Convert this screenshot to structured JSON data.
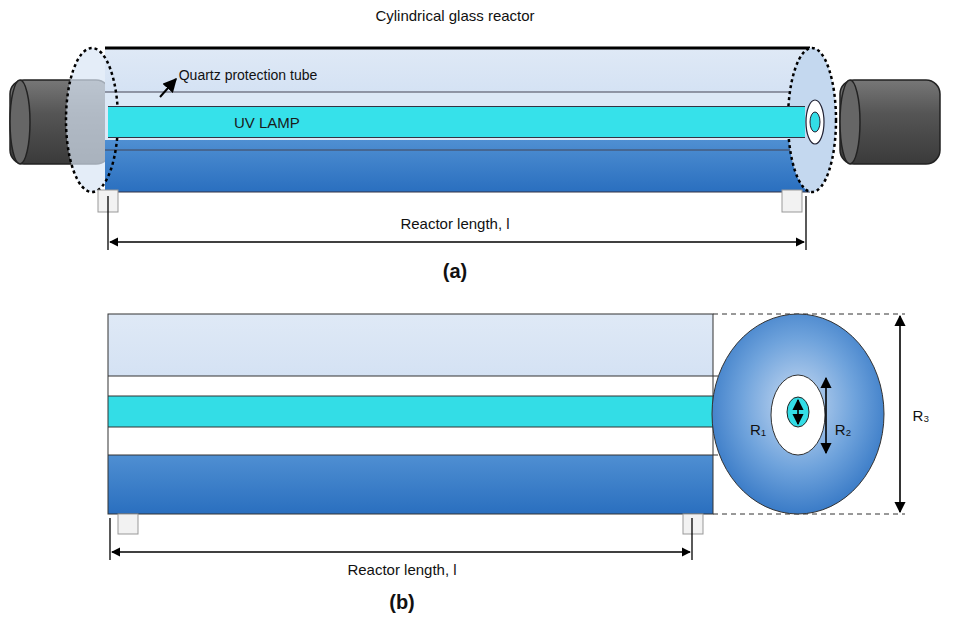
{
  "diagram": {
    "nodes": [
      {
        "text": [
          "UV LAMP"
        ]
      }
    ],
    "labels": [
      "Cylindrical glass reactor",
      "Quartz protection tube",
      "Reactor length, l",
      "(a)",
      "Reactor length, l",
      "(b)",
      "R₁",
      "R₂",
      "R₃"
    ]
  }
}
